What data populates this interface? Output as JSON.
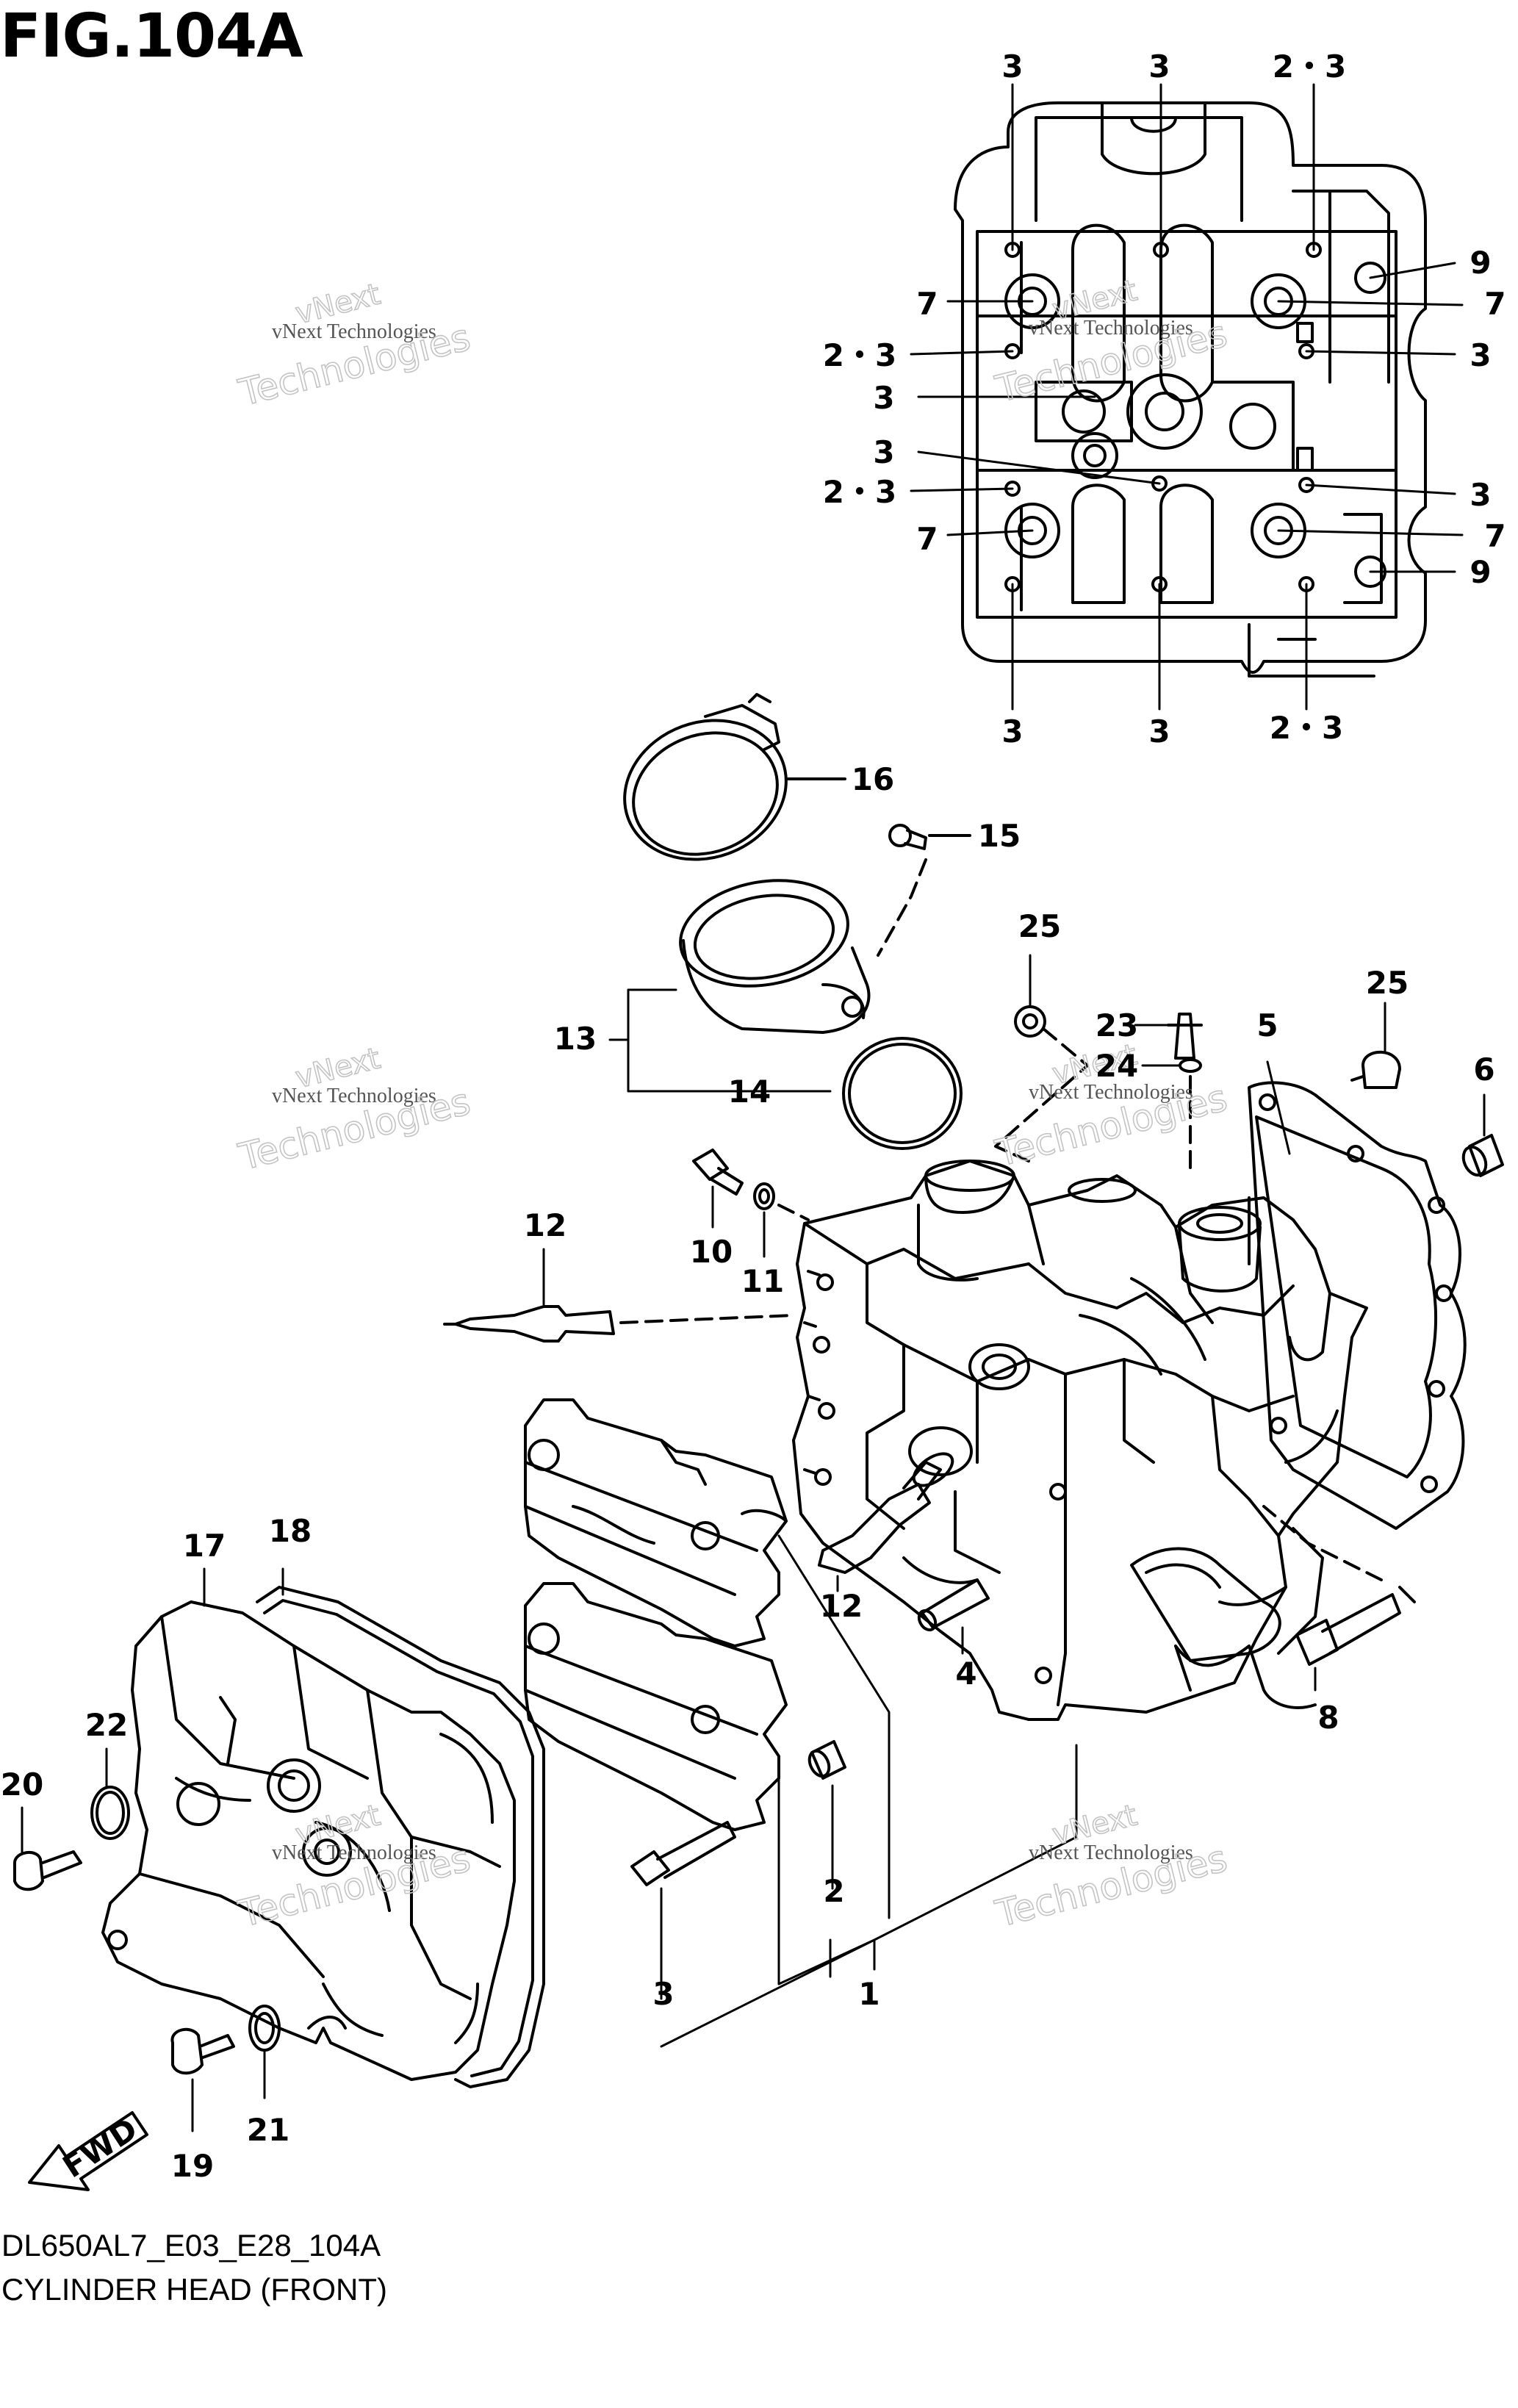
{
  "figure": {
    "title": "FIG.104A",
    "code": "DL650AL7_E03_E28_104A",
    "name": "CYLINDER HEAD (FRONT)"
  },
  "watermark": {
    "line1": "vNext Technologies",
    "line2": "vNext",
    "line3": "Technologies"
  },
  "callouts": [
    "3",
    "3",
    "2・3",
    "9",
    "7",
    "7",
    "2・3",
    "3",
    "3",
    "3",
    "2・3",
    "3",
    "7",
    "7",
    "9",
    "3",
    "3",
    "2・3",
    "16",
    "15",
    "25",
    "25",
    "13",
    "14",
    "23",
    "24",
    "5",
    "6",
    "10",
    "11",
    "12",
    "12",
    "4",
    "8",
    "17",
    "18",
    "22",
    "20",
    "2",
    "3",
    "1",
    "19",
    "21"
  ],
  "badge": {
    "text": "FWD"
  },
  "colors": {
    "ink": "#000000",
    "watermark": "#8a8a8a",
    "background": "#ffffff"
  }
}
